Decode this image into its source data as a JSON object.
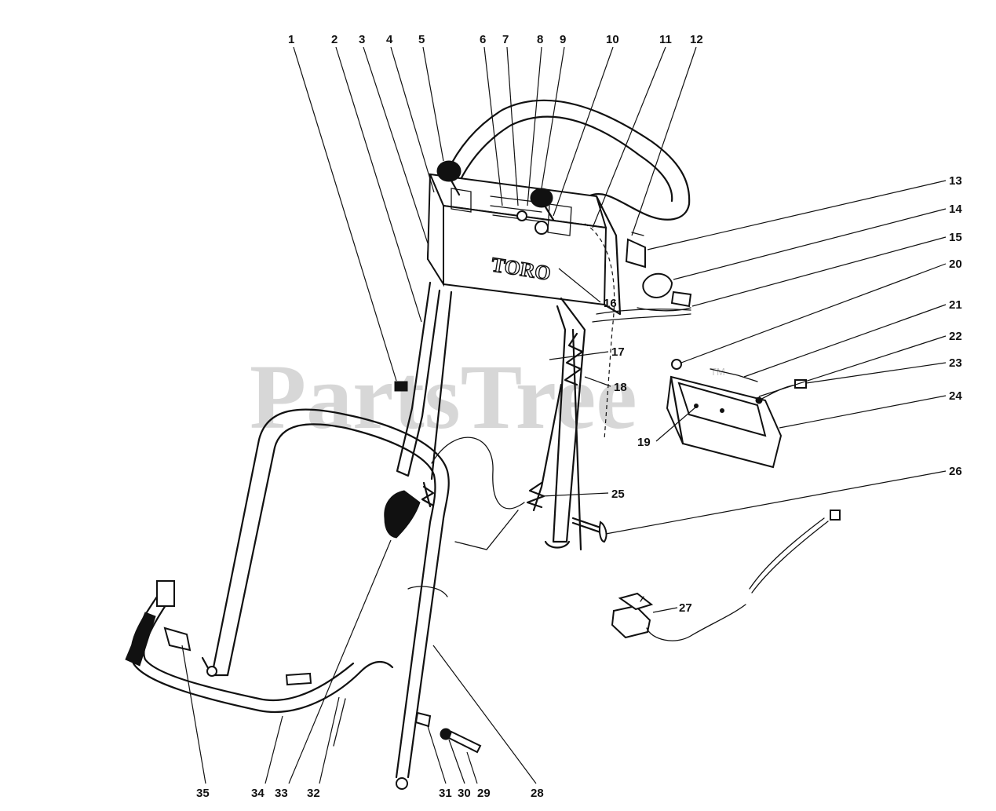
{
  "watermark": {
    "text": "PartsTree",
    "trademark": "TM"
  },
  "panel_brand": "TORO",
  "callouts": {
    "c1": "1",
    "c2": "2",
    "c3": "3",
    "c4": "4",
    "c5": "5",
    "c6": "6",
    "c7": "7",
    "c8": "8",
    "c9": "9",
    "c10": "10",
    "c11": "11",
    "c12": "12",
    "c13": "13",
    "c14": "14",
    "c15": "15",
    "c16": "16",
    "c17": "17",
    "c18": "18",
    "c19": "19",
    "c20": "20",
    "c21": "21",
    "c22": "22",
    "c23": "23",
    "c24": "24",
    "c25": "25",
    "c26": "26",
    "c27": "27",
    "c28": "28",
    "c29": "29",
    "c30": "30",
    "c31": "31",
    "c32": "32",
    "c33": "33",
    "c34": "34",
    "c35": "35"
  }
}
